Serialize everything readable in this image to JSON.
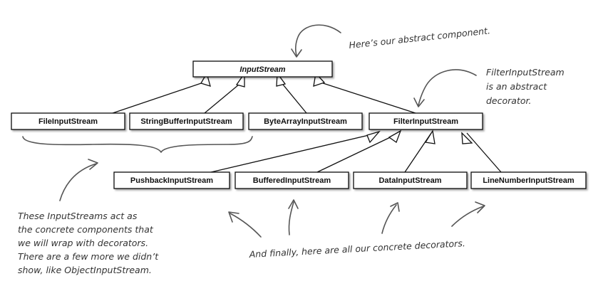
{
  "classes": {
    "input_stream": "InputStream",
    "file_input_stream": "FileInputStream",
    "string_buffer_input_stream": "StringBufferInputStream",
    "byte_array_input_stream": "ByteArrayInputStream",
    "filter_input_stream": "FilterInputStream",
    "pushback_input_stream": "PushbackInputStream",
    "buffered_input_stream": "BufferedInputStream",
    "data_input_stream": "DataInputStream",
    "line_number_input_stream": "LineNumberInputStream"
  },
  "notes": {
    "abstract_component": "Here’s our abstract component.",
    "filter_note": [
      "FilterInputStream",
      "is an abstract",
      "decorator."
    ],
    "concrete_components": [
      "These InputStreams act as",
      "the concrete components that",
      "we will wrap with decorators.",
      "There are a few more we didn’t",
      "show, like ObjectInputStream."
    ],
    "concrete_decorators": "And finally, here are all our concrete decorators."
  }
}
